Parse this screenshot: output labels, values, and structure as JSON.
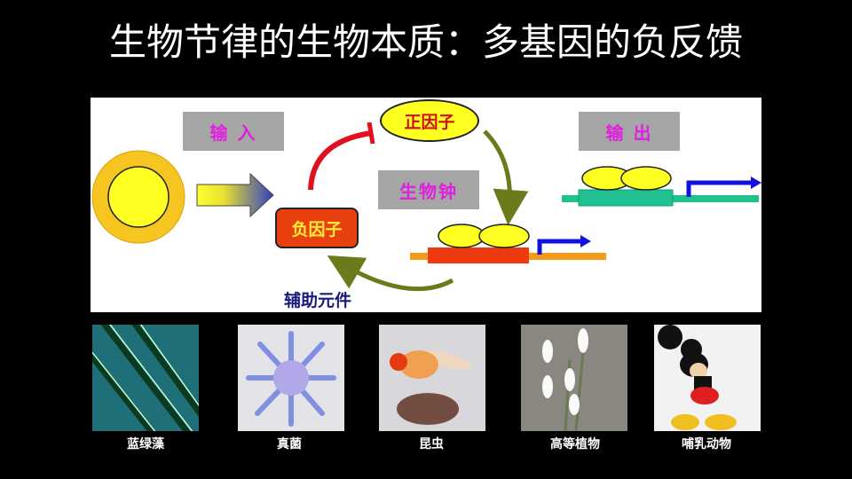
{
  "slide": {
    "title": "生物节律的生物本质：多基因的负反馈"
  },
  "diagram": {
    "input_label": "输 入",
    "output_label": "输 出",
    "clock_label": "生物钟",
    "positive_factor": "正因子",
    "negative_factor": "负因子",
    "auxiliary_element": "辅助元件"
  },
  "organisms": [
    {
      "label": "蓝绿藻",
      "icon": "cyanobacteria-image"
    },
    {
      "label": "真菌",
      "icon": "fungus-image"
    },
    {
      "label": "昆虫",
      "icon": "fruit-fly-image"
    },
    {
      "label": "高等植物",
      "icon": "flowering-plant-image"
    },
    {
      "label": "哺乳动物",
      "icon": "mouse-cartoon-image"
    }
  ],
  "colors": {
    "label_magenta": "#e020e0",
    "negative_red": "#e8400f",
    "positive_yellow": "#ffff22",
    "arrow_olive": "#6b7a1a",
    "promoter_blue": "#1010e0"
  }
}
